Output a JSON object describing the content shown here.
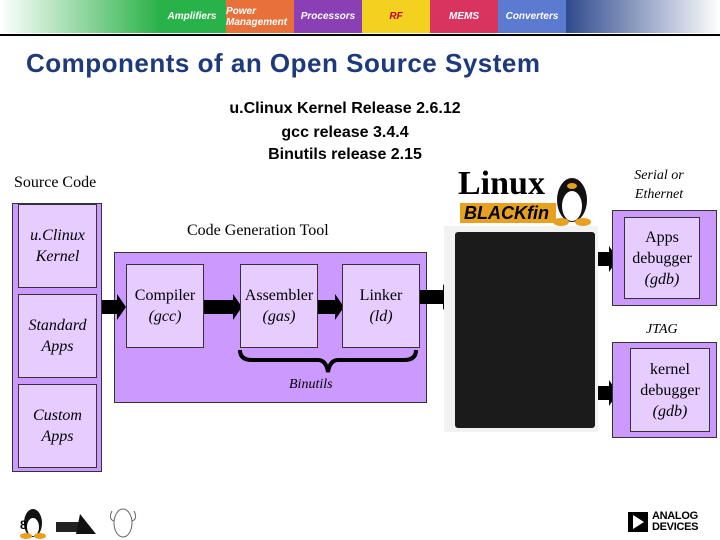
{
  "banner": {
    "segments": [
      "Amplifiers",
      "Power Management",
      "Processors",
      "RF",
      "MEMS",
      "Converters"
    ],
    "segment_colors": [
      "#2ab24a",
      "#e8703a",
      "#8a3fb5",
      "#f2d21f",
      "#d8345f",
      "#5a7bd0"
    ]
  },
  "title": "Components of an Open Source System",
  "releases": [
    "u.Clinux Kernel Release 2.6.12",
    "gcc release 3.4.4",
    "Binutils release 2.15"
  ],
  "source_code": {
    "label": "Source Code",
    "items": [
      "u.Clinux Kernel",
      "Standard Apps",
      "Custom Apps"
    ]
  },
  "code_gen": {
    "label": "Code Generation Tool",
    "compiler": {
      "name": "Compiler",
      "tool": "(gcc)"
    },
    "assembler": {
      "name": "Assembler",
      "tool": "(gas)"
    },
    "linker": {
      "name": "Linker",
      "tool": "(ld)"
    },
    "binutils": "Binutils"
  },
  "logo": {
    "linux": "Linux",
    "blackfin": "BLACKfin"
  },
  "serial": "Serial or Ethernet",
  "apps_debugger": {
    "line1": "Apps",
    "line2": "debugger",
    "tool": "(gdb)"
  },
  "jtag": "JTAG",
  "kernel_debugger": {
    "line1": "kernel",
    "line2": "debugger",
    "tool": "(gdb)"
  },
  "footer": {
    "page_number": "8",
    "adi_logo": "ANALOG DEVICES"
  }
}
